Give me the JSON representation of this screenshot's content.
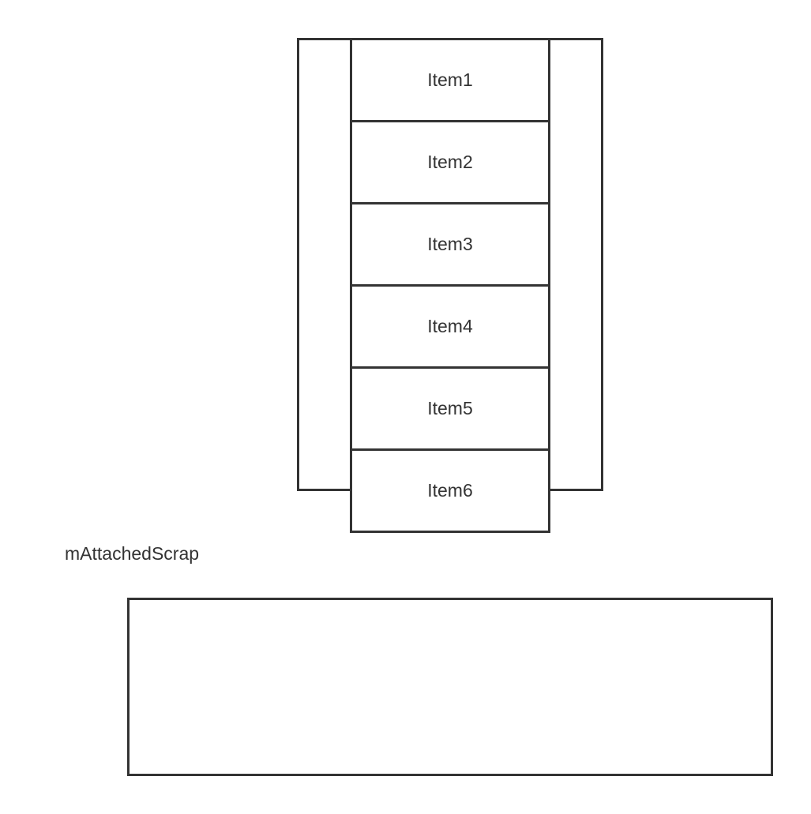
{
  "recycler": {
    "items": [
      {
        "label": "Item1"
      },
      {
        "label": "Item2"
      },
      {
        "label": "Item3"
      },
      {
        "label": "Item4"
      },
      {
        "label": "Item5"
      },
      {
        "label": "Item6"
      }
    ]
  },
  "scrap": {
    "label": "mAttachedScrap"
  },
  "colors": {
    "stroke": "#333333",
    "background": "#ffffff"
  }
}
